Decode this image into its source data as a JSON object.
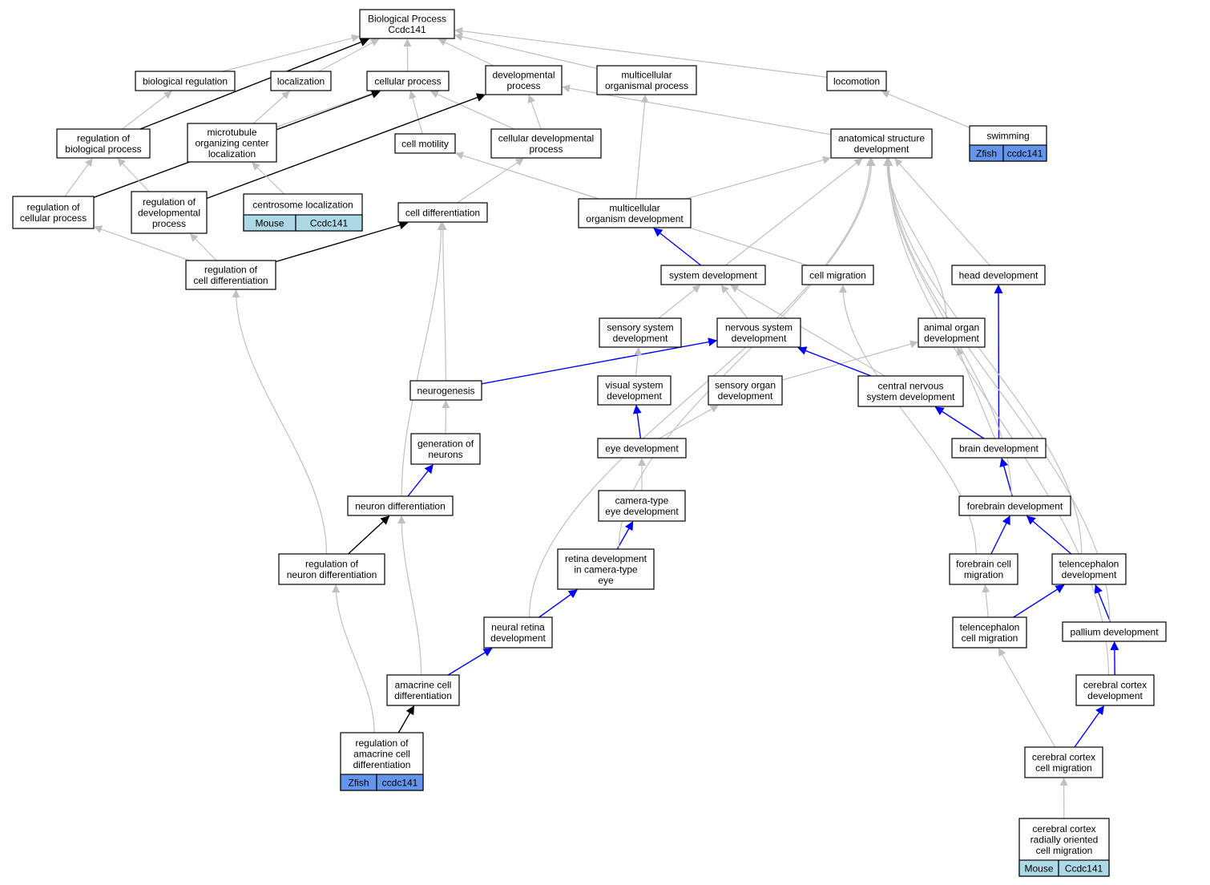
{
  "colors": {
    "gray": "#c0c0c0",
    "blue": "#0000ff",
    "black": "#000000",
    "zfish": "#6495ed",
    "mouse": "#add8e6"
  },
  "nodes": {
    "bp": {
      "lines": [
        "Biological Process",
        "Ccdc141"
      ]
    },
    "breg": {
      "lines": [
        "biological regulation"
      ]
    },
    "loc": {
      "lines": [
        "localization"
      ]
    },
    "cellp": {
      "lines": [
        "cellular process"
      ]
    },
    "devp": {
      "lines": [
        "developmental",
        "process"
      ]
    },
    "mop": {
      "lines": [
        "multicellular",
        "organismal process"
      ]
    },
    "locom": {
      "lines": [
        "locomotion"
      ]
    },
    "rbp": {
      "lines": [
        "regulation of",
        "biological process"
      ]
    },
    "mtoc": {
      "lines": [
        "microtubule",
        "organizing center",
        "localization"
      ]
    },
    "cmot": {
      "lines": [
        "cell motility"
      ]
    },
    "cdevp": {
      "lines": [
        "cellular developmental",
        "process"
      ]
    },
    "asd": {
      "lines": [
        "anatomical structure",
        "development"
      ]
    },
    "swim": {
      "lines": [
        "swimming"
      ],
      "badges": [
        "Zfish",
        "ccdc141"
      ]
    },
    "rcp": {
      "lines": [
        "regulation of",
        "cellular process"
      ]
    },
    "rdp": {
      "lines": [
        "regulation of",
        "developmental",
        "process"
      ]
    },
    "cenloc": {
      "lines": [
        "centrosome localization"
      ],
      "badges": [
        "Mouse",
        "Ccdc141"
      ]
    },
    "cdiff": {
      "lines": [
        "cell differentiation"
      ]
    },
    "mod": {
      "lines": [
        "multicellular",
        "organism development"
      ]
    },
    "rcd": {
      "lines": [
        "regulation of",
        "cell differentiation"
      ]
    },
    "sysdev": {
      "lines": [
        "system development"
      ]
    },
    "cmig": {
      "lines": [
        "cell migration"
      ]
    },
    "headdev": {
      "lines": [
        "head development"
      ]
    },
    "ssd": {
      "lines": [
        "sensory system",
        "development"
      ]
    },
    "nsd": {
      "lines": [
        "nervous system",
        "development"
      ]
    },
    "aod": {
      "lines": [
        "animal organ",
        "development"
      ]
    },
    "neurog": {
      "lines": [
        "neurogenesis"
      ]
    },
    "vsd": {
      "lines": [
        "visual system",
        "development"
      ]
    },
    "sod": {
      "lines": [
        "sensory organ",
        "development"
      ]
    },
    "cnsd": {
      "lines": [
        "central nervous",
        "system development"
      ]
    },
    "gon": {
      "lines": [
        "generation of",
        "neurons"
      ]
    },
    "eyedev": {
      "lines": [
        "eye development"
      ]
    },
    "braindev": {
      "lines": [
        "brain development"
      ]
    },
    "ndiff": {
      "lines": [
        "neuron differentiation"
      ]
    },
    "cted": {
      "lines": [
        "camera-type",
        "eye development"
      ]
    },
    "fbdev": {
      "lines": [
        "forebrain development"
      ]
    },
    "rnd": {
      "lines": [
        "regulation of",
        "neuron differentiation"
      ]
    },
    "rdcte": {
      "lines": [
        "retina development",
        "in camera-type",
        "eye"
      ]
    },
    "fbcm": {
      "lines": [
        "forebrain cell",
        "migration"
      ]
    },
    "teldev": {
      "lines": [
        "telencephalon",
        "development"
      ]
    },
    "nrd": {
      "lines": [
        "neural retina",
        "development"
      ]
    },
    "telcm": {
      "lines": [
        "telencephalon",
        "cell migration"
      ]
    },
    "palldev": {
      "lines": [
        "pallium development"
      ]
    },
    "acd": {
      "lines": [
        "amacrine cell",
        "differentiation"
      ]
    },
    "ccd": {
      "lines": [
        "cerebral cortex",
        "development"
      ]
    },
    "racd": {
      "lines": [
        "regulation of",
        "amacrine cell",
        "differentiation"
      ],
      "badges": [
        "Zfish",
        "ccdc141"
      ]
    },
    "cccm": {
      "lines": [
        "cerebral cortex",
        "cell migration"
      ]
    },
    "ccrocm": {
      "lines": [
        "cerebral cortex",
        "radially oriented",
        "cell migration"
      ],
      "badges": [
        "Mouse",
        "Ccdc141"
      ]
    }
  },
  "edges": [
    {
      "from": "rbp",
      "to": "bp",
      "kind": "regulates"
    },
    {
      "from": "breg",
      "to": "bp",
      "kind": "is_a"
    },
    {
      "from": "loc",
      "to": "bp",
      "kind": "is_a"
    },
    {
      "from": "cellp",
      "to": "bp",
      "kind": "is_a"
    },
    {
      "from": "devp",
      "to": "bp",
      "kind": "is_a"
    },
    {
      "from": "mop",
      "to": "bp",
      "kind": "is_a"
    },
    {
      "from": "locom",
      "to": "bp",
      "kind": "is_a"
    },
    {
      "from": "rbp",
      "to": "breg",
      "kind": "is_a"
    },
    {
      "from": "mtoc",
      "to": "loc",
      "kind": "is_a"
    },
    {
      "from": "mtoc",
      "to": "cellp",
      "kind": "is_a"
    },
    {
      "from": "cmot",
      "to": "cellp",
      "kind": "is_a"
    },
    {
      "from": "cdevp",
      "to": "cellp",
      "kind": "is_a"
    },
    {
      "from": "cdevp",
      "to": "devp",
      "kind": "is_a"
    },
    {
      "from": "asd",
      "to": "devp",
      "kind": "is_a"
    },
    {
      "from": "swim",
      "to": "locom",
      "kind": "is_a"
    },
    {
      "from": "rcp",
      "to": "rbp",
      "kind": "is_a"
    },
    {
      "from": "rcp",
      "to": "cellp",
      "kind": "regulates"
    },
    {
      "from": "rdp",
      "to": "rbp",
      "kind": "is_a"
    },
    {
      "from": "rdp",
      "to": "devp",
      "kind": "regulates"
    },
    {
      "from": "cenloc",
      "to": "mtoc",
      "kind": "is_a"
    },
    {
      "from": "cdiff",
      "to": "cdevp",
      "kind": "is_a"
    },
    {
      "from": "mod",
      "to": "mop",
      "kind": "is_a"
    },
    {
      "from": "mod",
      "to": "asd",
      "kind": "is_a"
    },
    {
      "from": "rcd",
      "to": "rcp",
      "kind": "is_a"
    },
    {
      "from": "rcd",
      "to": "rdp",
      "kind": "is_a"
    },
    {
      "from": "rcd",
      "to": "cdiff",
      "kind": "regulates"
    },
    {
      "from": "sysdev",
      "to": "mod",
      "kind": "part_of"
    },
    {
      "from": "sysdev",
      "to": "asd",
      "kind": "is_a"
    },
    {
      "from": "cmig",
      "to": "cmot",
      "kind": "is_a"
    },
    {
      "from": "headdev",
      "to": "asd",
      "kind": "is_a"
    },
    {
      "from": "ssd",
      "to": "sysdev",
      "kind": "is_a"
    },
    {
      "from": "nsd",
      "to": "sysdev",
      "kind": "is_a"
    },
    {
      "from": "aod",
      "to": "asd",
      "kind": "is_a"
    },
    {
      "from": "neurog",
      "to": "cdiff",
      "kind": "is_a"
    },
    {
      "from": "neurog",
      "to": "nsd",
      "kind": "part_of"
    },
    {
      "from": "vsd",
      "to": "ssd",
      "kind": "is_a"
    },
    {
      "from": "sod",
      "to": "aod",
      "kind": "is_a"
    },
    {
      "from": "cnsd",
      "to": "sysdev",
      "kind": "is_a"
    },
    {
      "from": "cnsd",
      "to": "nsd",
      "kind": "part_of"
    },
    {
      "from": "gon",
      "to": "neurog",
      "kind": "is_a"
    },
    {
      "from": "eyedev",
      "to": "vsd",
      "kind": "part_of"
    },
    {
      "from": "eyedev",
      "to": "sod",
      "kind": "is_a"
    },
    {
      "from": "braindev",
      "to": "cnsd",
      "kind": "part_of"
    },
    {
      "from": "braindev",
      "to": "aod",
      "kind": "is_a"
    },
    {
      "from": "braindev",
      "to": "headdev",
      "kind": "part_of"
    },
    {
      "from": "ndiff",
      "to": "gon",
      "kind": "part_of"
    },
    {
      "from": "ndiff",
      "to": "cdiff",
      "kind": "is_a"
    },
    {
      "from": "cted",
      "to": "eyedev",
      "kind": "is_a"
    },
    {
      "from": "fbdev",
      "to": "braindev",
      "kind": "part_of"
    },
    {
      "from": "fbdev",
      "to": "asd",
      "kind": "is_a"
    },
    {
      "from": "rnd",
      "to": "ndiff",
      "kind": "regulates"
    },
    {
      "from": "rnd",
      "to": "rcd",
      "kind": "is_a"
    },
    {
      "from": "rdcte",
      "to": "cted",
      "kind": "part_of"
    },
    {
      "from": "rdcte",
      "to": "asd",
      "kind": "is_a"
    },
    {
      "from": "fbcm",
      "to": "fbdev",
      "kind": "part_of"
    },
    {
      "from": "fbcm",
      "to": "cmig",
      "kind": "is_a"
    },
    {
      "from": "teldev",
      "to": "fbdev",
      "kind": "part_of"
    },
    {
      "from": "teldev",
      "to": "asd",
      "kind": "is_a"
    },
    {
      "from": "nrd",
      "to": "rdcte",
      "kind": "part_of"
    },
    {
      "from": "nrd",
      "to": "asd",
      "kind": "is_a"
    },
    {
      "from": "telcm",
      "to": "teldev",
      "kind": "part_of"
    },
    {
      "from": "telcm",
      "to": "fbcm",
      "kind": "is_a"
    },
    {
      "from": "palldev",
      "to": "teldev",
      "kind": "part_of"
    },
    {
      "from": "palldev",
      "to": "asd",
      "kind": "is_a"
    },
    {
      "from": "acd",
      "to": "nrd",
      "kind": "part_of"
    },
    {
      "from": "acd",
      "to": "ndiff",
      "kind": "is_a"
    },
    {
      "from": "ccd",
      "to": "palldev",
      "kind": "part_of"
    },
    {
      "from": "ccd",
      "to": "asd",
      "kind": "is_a"
    },
    {
      "from": "racd",
      "to": "acd",
      "kind": "regulates"
    },
    {
      "from": "racd",
      "to": "rnd",
      "kind": "is_a"
    },
    {
      "from": "cccm",
      "to": "ccd",
      "kind": "part_of"
    },
    {
      "from": "cccm",
      "to": "telcm",
      "kind": "is_a"
    },
    {
      "from": "ccrocm",
      "to": "cccm",
      "kind": "is_a"
    }
  ]
}
